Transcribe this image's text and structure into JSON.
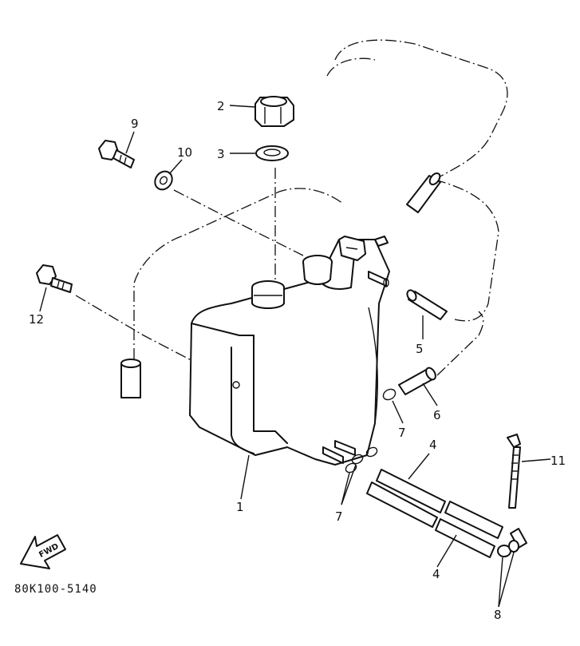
{
  "diagram_code": "80K100-5140",
  "fwd_label": "FWD",
  "callouts": {
    "c1": "1",
    "c2": "2",
    "c3": "3",
    "c4a": "4",
    "c4b": "4",
    "c5": "5",
    "c6": "6",
    "c7a": "7",
    "c7b": "7",
    "c8": "8",
    "c9": "9",
    "c10": "10",
    "c11": "11",
    "c12": "12"
  }
}
